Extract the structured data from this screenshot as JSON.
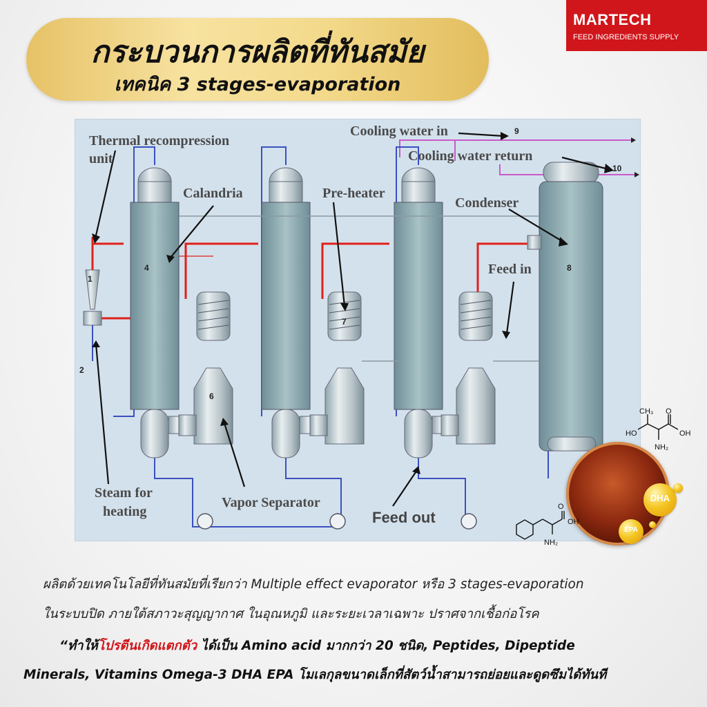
{
  "header": {
    "title": "กระบวนการผลิตที่ทันสมัย",
    "subtitle": "เทคนิค 3 stages-evaporation"
  },
  "brand": {
    "name": "MARTECH",
    "tagline": "FEED INGREDIENTS SUPPLY",
    "color": "#d0161b"
  },
  "diagram": {
    "labels": {
      "thermal_line1": "Thermal  recompression",
      "thermal_line2": "unit",
      "calandria": "Calandria",
      "preheater": "Pre-heater",
      "condenser": "Condenser",
      "feed_in": "Feed in",
      "cooling_in": "Cooling water in",
      "cooling_return": "Cooling water return",
      "steam_line1": "Steam for",
      "steam_line2": "heating",
      "vapor_separator": "Vapor Separator",
      "feed_out": "Feed out"
    },
    "numbers": {
      "n1": "1",
      "n2": "2",
      "n4": "4",
      "n6": "6",
      "n7": "7",
      "n8": "8",
      "n9": "9",
      "n10": "10"
    },
    "colors": {
      "steam": "#e0201a",
      "cooling": "#c85ac8",
      "pipe": "#3a4fc0",
      "vessel": "#b9c3c8"
    }
  },
  "decor": {
    "dha": "DHA",
    "epa": "EPA",
    "threonine": {
      "ch3": "CH₃",
      "ho": "HO",
      "oh": "OH",
      "nh2": "NH₂",
      "o": "O"
    },
    "phenylalanine": {
      "oh": "OH",
      "nh2": "NH₂",
      "o": "O"
    }
  },
  "body": {
    "line1": "ผลิตด้วยเทคโนโลยีที่ทันสมัยที่เรียกว่า Multiple effect evaporator หรือ 3 stages-evaporation",
    "line2": "ในระบบปิด ภายใต้สภาวะสุญญากาศ ในอุณหภูมิ และระยะเวลาเฉพาะ ปราศจากเชื้อก่อโรค",
    "line3_open": "“ทำให้",
    "line3_red": "โปรตีนเกิดแตกตัว",
    "line3_rest": " ได้เป็น Amino acid มากกว่า 20 ชนิด, Peptides, Dipeptide",
    "line4": "Minerals, Vitamins Omega-3 DHA EPA  โมเลกุลขนาดเล็กที่สัตว์น้ำสามารถย่อยและดูดซึมได้ทันที"
  }
}
